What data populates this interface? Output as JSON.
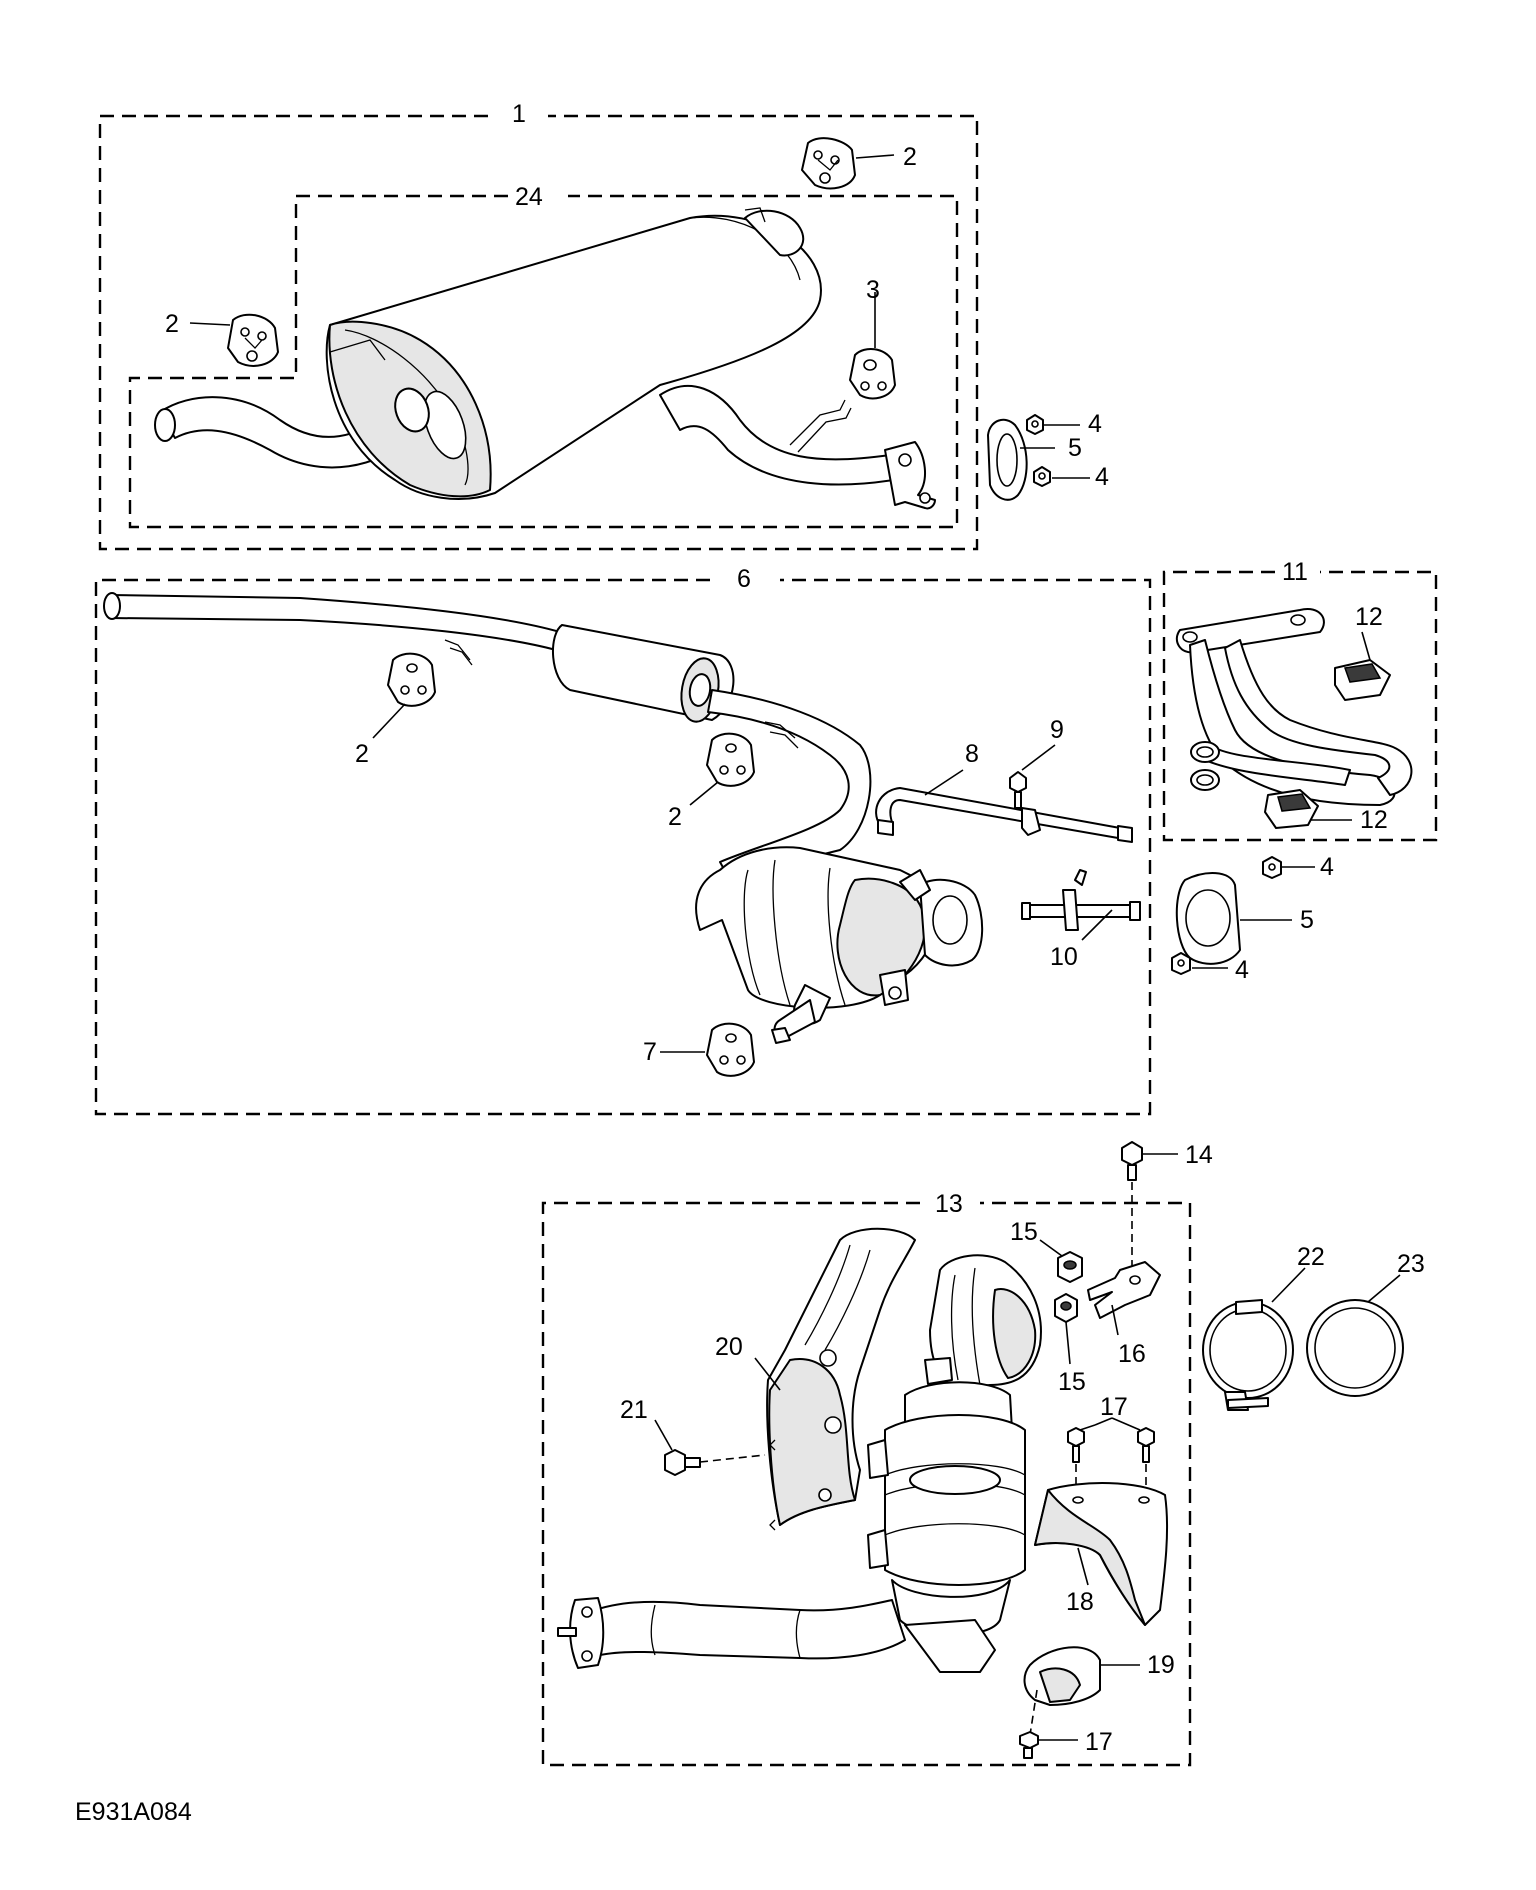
{
  "callouts": {
    "c1": "1",
    "c2a": "2",
    "c2b": "2",
    "c2c": "2",
    "c2d": "2",
    "c3": "3",
    "c4a": "4",
    "c4b": "4",
    "c4c": "4",
    "c4d": "4",
    "c5a": "5",
    "c5b": "5",
    "c6": "6",
    "c7": "7",
    "c8": "8",
    "c9": "9",
    "c10": "10",
    "c11": "11",
    "c12a": "12",
    "c12b": "12",
    "c13": "13",
    "c14": "14",
    "c15a": "15",
    "c15b": "15",
    "c16": "16",
    "c17a": "17",
    "c17b": "17",
    "c18": "18",
    "c19": "19",
    "c20": "20",
    "c21": "21",
    "c22": "22",
    "c23": "23",
    "c24": "24"
  },
  "figure_code": "E931A084"
}
